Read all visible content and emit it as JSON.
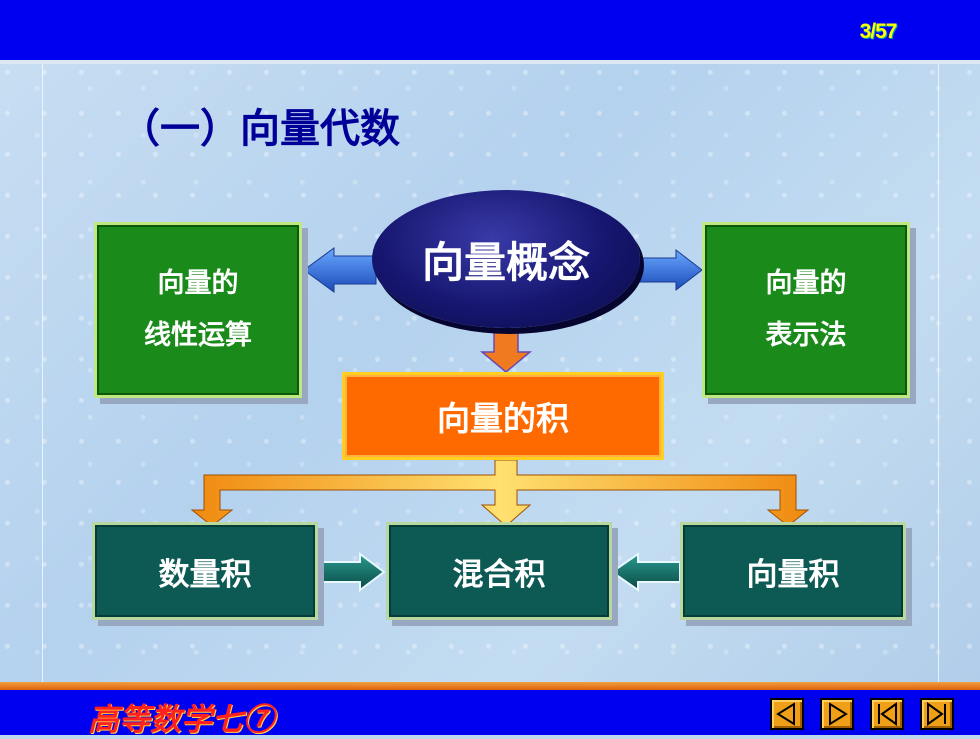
{
  "header": {
    "page_number": "3/57"
  },
  "slide": {
    "title": "（一）向量代数",
    "center": "向量概念",
    "left_box": {
      "line1": "向量的",
      "line2": "线性运算"
    },
    "right_box": {
      "line1": "向量的",
      "line2": "表示法"
    },
    "middle_box": "向量的积",
    "bottom_boxes": [
      "数量积",
      "混合积",
      "向量积"
    ]
  },
  "footer": {
    "course": "高等数学七⑦",
    "nav": [
      "previous",
      "next",
      "first",
      "last"
    ]
  },
  "colors": {
    "top_bar": "#0000f0",
    "title_text": "#000099",
    "green_box": "#1a8a1a",
    "teal_box": "#0d5a55",
    "orange_box": "#ff6a00",
    "ellipse": "#161670",
    "nav_button": "#f0a018"
  }
}
